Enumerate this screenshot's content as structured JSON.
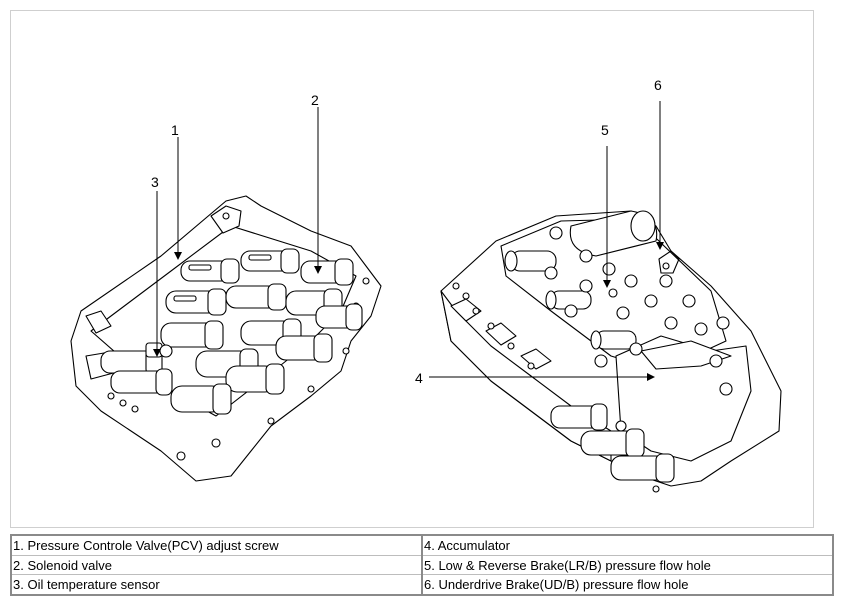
{
  "callouts": {
    "c1": "1",
    "c2": "2",
    "c3": "3",
    "c4": "4",
    "c5": "5",
    "c6": "6"
  },
  "legend": {
    "left": [
      "1. Pressure Controle Valve(PCV) adjust screw",
      "2. Solenoid valve",
      "3. Oil temperature sensor"
    ],
    "right": [
      "4. Accumulator",
      "5. Low & Reverse Brake(LR/B) pressure flow hole",
      "6. Underdrive Brake(UD/B) pressure flow hole"
    ]
  }
}
